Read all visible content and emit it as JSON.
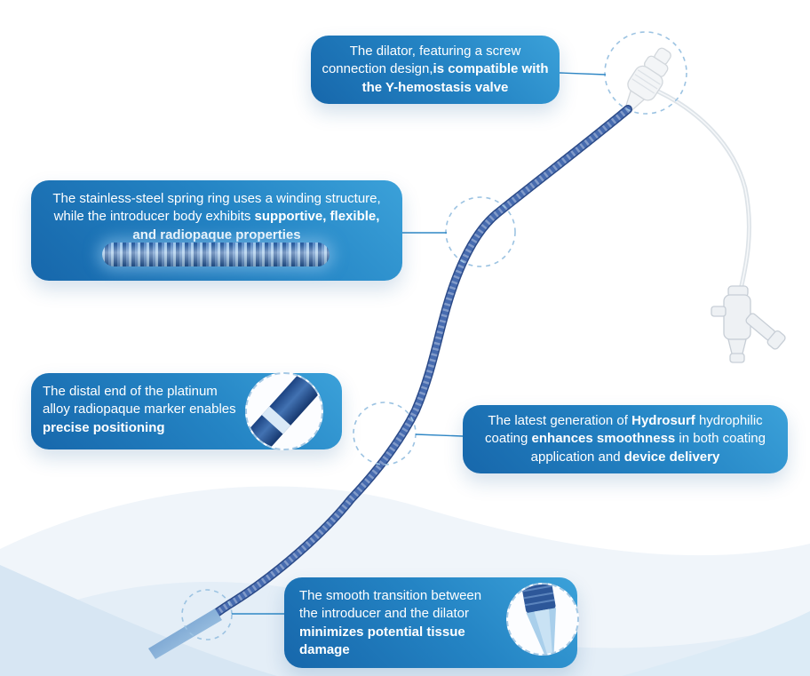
{
  "title": "Introducer sheath product feature diagram",
  "colors": {
    "callout_gradient_start": "#3ba1d9",
    "callout_gradient_end": "#1767ab",
    "catheter_blue": "#2b4a88",
    "catheter_tip_blue": "#a9cfeb",
    "dashed_circle": "#9cc3e2",
    "leader_line": "#2f87c5",
    "background_wave_light": "#f0f5fa",
    "background_wave_mid": "#e4eef7",
    "background_wave_deep": "#d7e6f3"
  },
  "callouts": {
    "dilator": {
      "segments": [
        {
          "text": "The dilator, featuring a screw connection design,",
          "bold": false
        },
        {
          "text": "is compatible with the Y-hemostasis valve",
          "bold": true
        }
      ]
    },
    "spring": {
      "segments": [
        {
          "text": "The stainless-steel spring ring uses a winding structure, while the introducer body exhibits ",
          "bold": false
        },
        {
          "text": "supportive, flexible, and radiopaque properties",
          "bold": true
        }
      ]
    },
    "marker": {
      "segments": [
        {
          "text": "The distal end of the platinum alloy radiopaque marker enables ",
          "bold": false
        },
        {
          "text": "precise positioning",
          "bold": true
        }
      ]
    },
    "coating": {
      "segments": [
        {
          "text": "The latest generation of ",
          "bold": false
        },
        {
          "text": "Hydrosurf",
          "bold": true
        },
        {
          "text": " hydrophilic coating ",
          "bold": false
        },
        {
          "text": "enhances smoothness",
          "bold": true
        },
        {
          "text": " in both coating application and ",
          "bold": false
        },
        {
          "text": "device delivery",
          "bold": true
        }
      ]
    },
    "tip": {
      "segments": [
        {
          "text": "The smooth transition between the introducer and the dilator ",
          "bold": false
        },
        {
          "text": "minimizes potential tissue damage",
          "bold": true
        }
      ]
    }
  },
  "graphics": {
    "device": "introducer-sheath-with-dilator-and-y-hemostasis-valve",
    "spring_coil": "stainless-steel-spring-coil-illustration",
    "marker_zoom": "radiopaque-marker-zoom",
    "tip_zoom": "tip-transition-zoom"
  }
}
